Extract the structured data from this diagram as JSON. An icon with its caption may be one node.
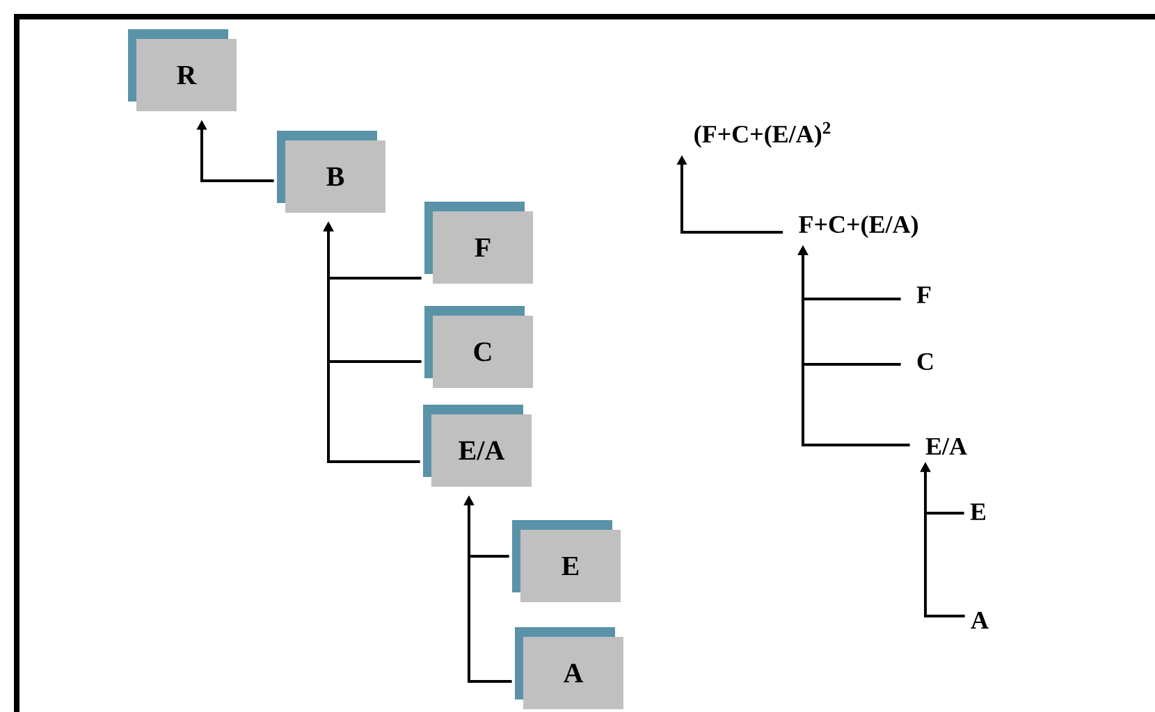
{
  "diagram": {
    "nodes": [
      {
        "text": [
          "R"
        ]
      },
      {
        "text": [
          "B"
        ]
      },
      {
        "text": [
          "F"
        ]
      },
      {
        "text": [
          "C"
        ]
      },
      {
        "text": [
          "E/A"
        ]
      },
      {
        "text": [
          "E"
        ]
      },
      {
        "text": [
          "A"
        ]
      },
      {
        "text": [
          "(F+C+(E/A)$^{2}$"
        ]
      },
      {
        "text": [
          "F+C+(E/A)"
        ]
      },
      {
        "text": [
          "F"
        ]
      },
      {
        "text": [
          "C"
        ]
      },
      {
        "text": [
          "E/A"
        ]
      },
      {
        "text": [
          "E"
        ]
      },
      {
        "text": [
          "A"
        ]
      }
    ],
    "edges": [
      {
        "from": 1,
        "to": 0,
        "arrow": "to"
      },
      {
        "from": 2,
        "to": 1,
        "arrow": "to"
      },
      {
        "from": 3,
        "to": 1,
        "arrow": "to"
      },
      {
        "from": 4,
        "to": 1,
        "arrow": "to"
      },
      {
        "from": 5,
        "to": 4,
        "arrow": "to"
      },
      {
        "from": 6,
        "to": 4,
        "arrow": "to"
      },
      {
        "from": 8,
        "to": 7,
        "arrow": "to"
      },
      {
        "from": 9,
        "to": 8,
        "arrow": "to"
      },
      {
        "from": 10,
        "to": 8,
        "arrow": "to"
      },
      {
        "from": 11,
        "to": 8,
        "arrow": "to"
      },
      {
        "from": 12,
        "to": 11,
        "arrow": "to"
      },
      {
        "from": 13,
        "to": 11,
        "arrow": "to"
      }
    ]
  }
}
